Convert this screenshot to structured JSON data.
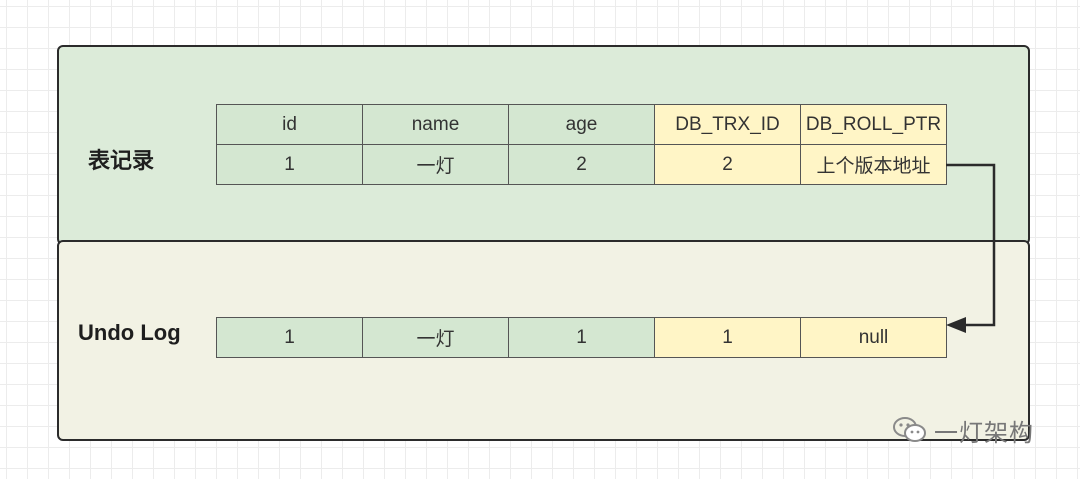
{
  "record_panel": {
    "label": "表记录",
    "headers": [
      "id",
      "name",
      "age",
      "DB_TRX_ID",
      "DB_ROLL_PTR"
    ],
    "row": [
      "1",
      "一灯",
      "2",
      "2",
      "上个版本地址"
    ]
  },
  "undo_panel": {
    "label": "Undo Log",
    "row": [
      "1",
      "一灯",
      "1",
      "1",
      "null"
    ]
  },
  "watermark": {
    "text": "一灯架构",
    "icon": "wechat-icon"
  },
  "colors": {
    "record_bg": "#dcebd9",
    "undo_bg": "#f2f2e4",
    "cell_green": "#d4e7d1",
    "cell_yellow": "#fff5c6"
  }
}
